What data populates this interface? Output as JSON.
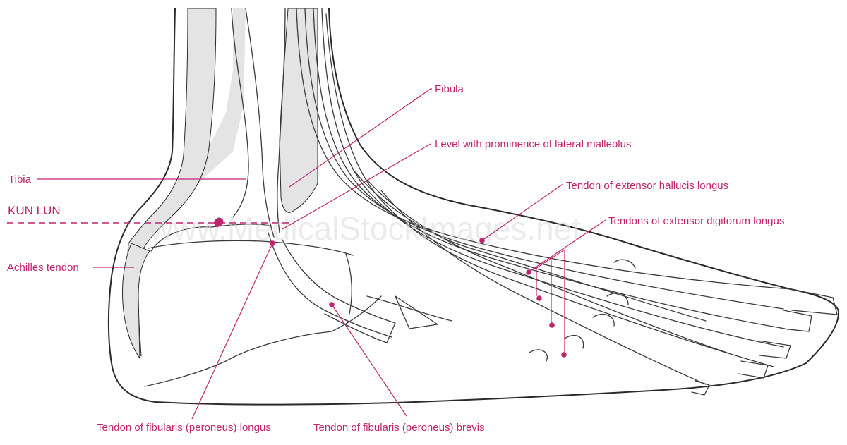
{
  "colors": {
    "accent": "#c0246f",
    "outline": "#2a2a2a",
    "shade": "#e4e4e4",
    "watermark": "#dcdcdc"
  },
  "labels": {
    "fibula": "Fibula",
    "lateral_malleolus": "Level with prominence of lateral malleolus",
    "tibia": "Tibia",
    "ext_hallucis": "Tendon of extensor hallucis longus",
    "kun_lun": "KUN LUN",
    "ext_digitorum": "Tendons of extensor digitorum longus",
    "achilles": "Achilles tendon",
    "fib_longus": "Tendon of fibularis (peroneus) longus",
    "fib_brevis": "Tendon of fibularis (peroneus) brevis"
  },
  "watermark": "www.MedicalStockImages.net"
}
